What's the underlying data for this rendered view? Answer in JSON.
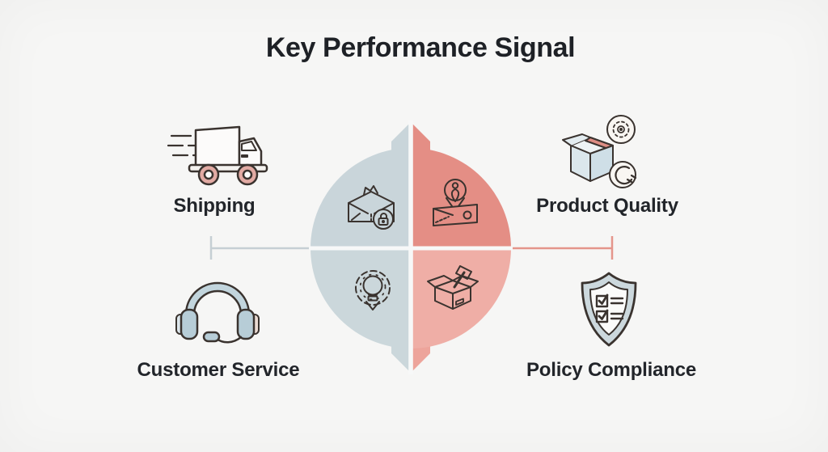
{
  "title": "Key Performance Signal",
  "items": [
    {
      "id": "shipping",
      "label": "Shipping"
    },
    {
      "id": "product_quality",
      "label": "Product Quality"
    },
    {
      "id": "customer_service",
      "label": "Customer Service"
    },
    {
      "id": "policy_compliance",
      "label": "Policy Compliance"
    }
  ],
  "colors": {
    "background": "#f5f5f4",
    "title_text": "#1e2126",
    "label_text": "#22252a",
    "quadrant_top_left": "#c9d5da",
    "quadrant_top_right": "#e48e85",
    "quadrant_bottom_left": "#cbd7db",
    "quadrant_bottom_right": "#efaea6",
    "arrow_bottom_right": "#eda49b",
    "divider": "#f7f8f8",
    "connector_left": "#c6cfd4",
    "connector_right": "#e4958b",
    "line_icon_stroke": "#3a332f",
    "truck_wheel": "#e2aaa3",
    "package_stripe": "#dd8d84",
    "headset_fill": "#b7cdd7",
    "headset_cushion": "#ecdcd4",
    "shield_fill": "#ccd8dd"
  },
  "center_icons": [
    {
      "name": "secure-package-icon",
      "quadrant": "top-left"
    },
    {
      "name": "person-pin-package-icon",
      "quadrant": "top-right"
    },
    {
      "name": "idea-gear-bulb-icon",
      "quadrant": "bottom-left"
    },
    {
      "name": "open-box-tool-icon",
      "quadrant": "bottom-right"
    }
  ]
}
